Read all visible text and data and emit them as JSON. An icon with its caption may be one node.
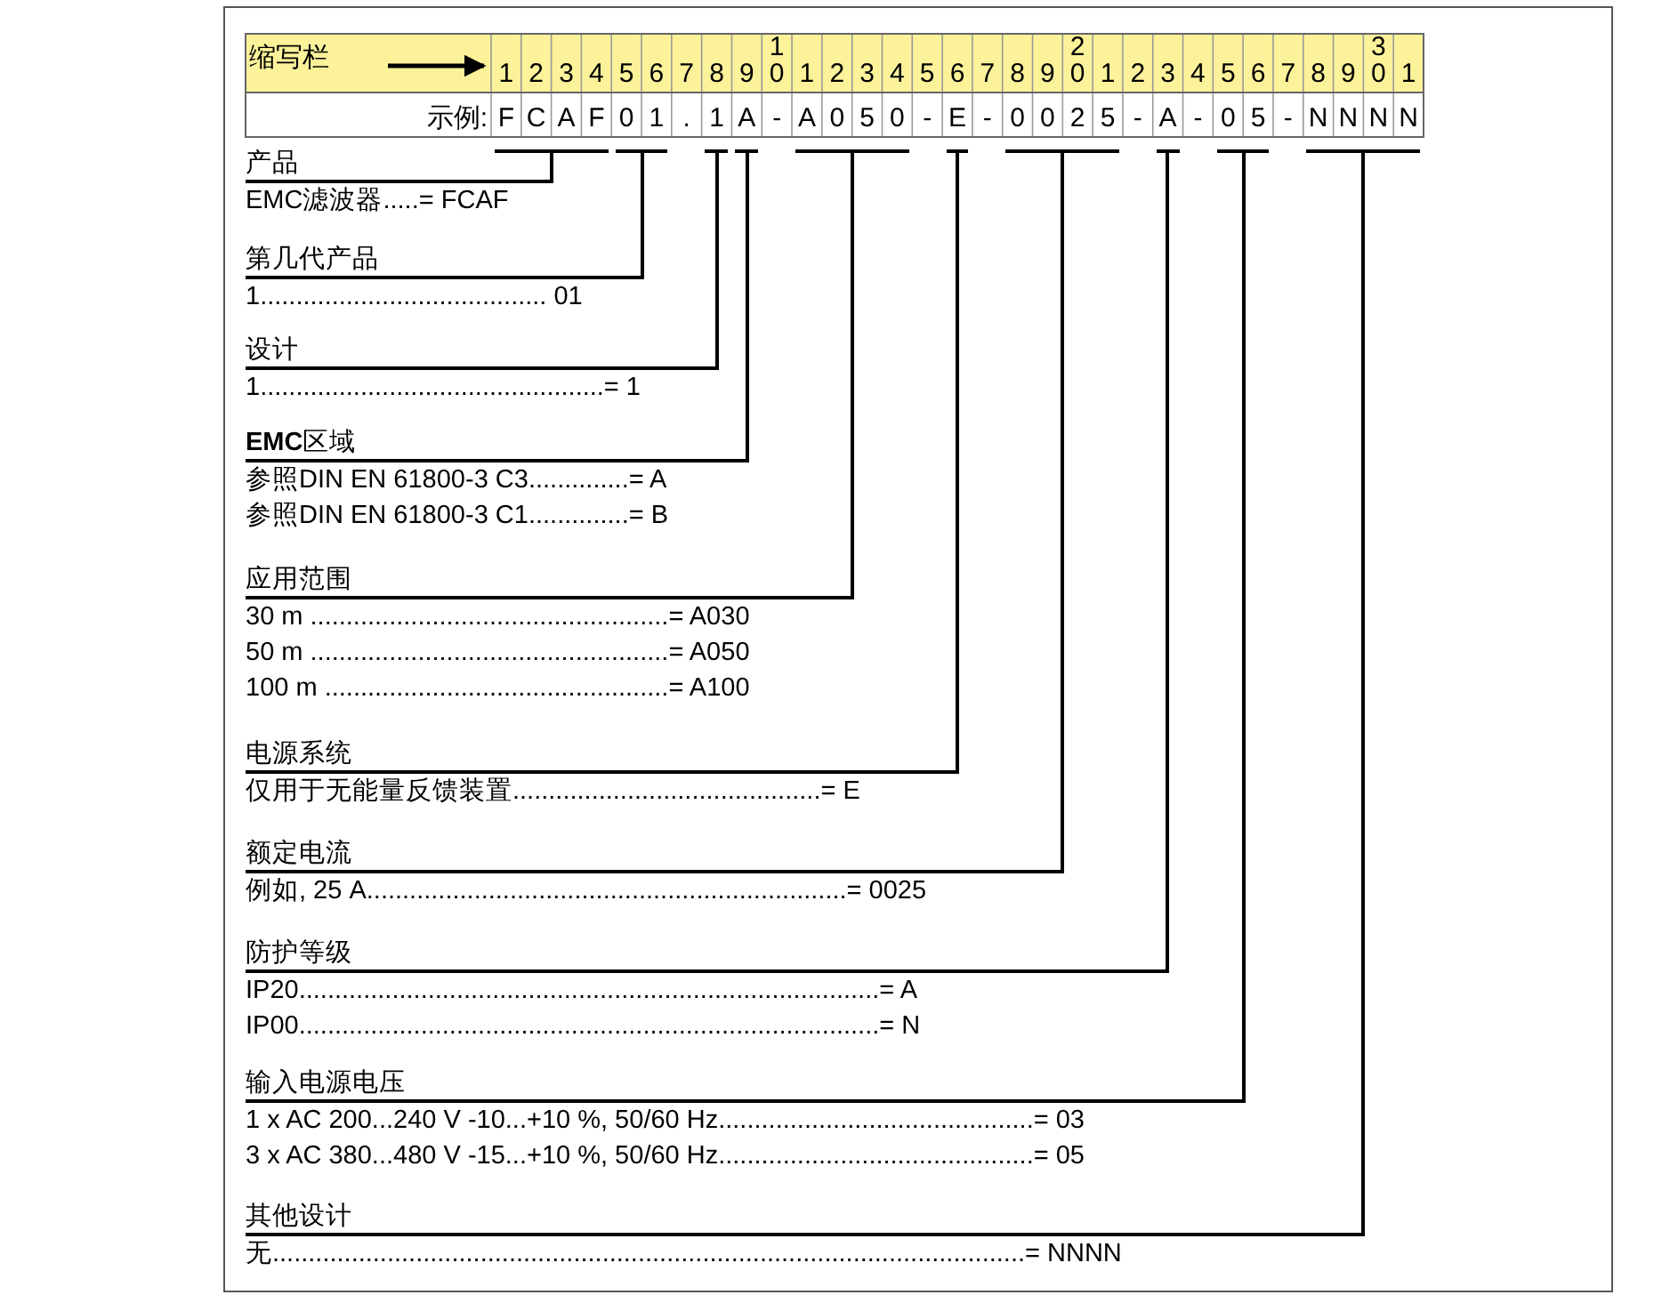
{
  "diagram": {
    "nodes": [
      {
        "text": [
          "产品",
          "EMC滤波器.....= FCAF"
        ]
      },
      {
        "text": [
          "第几代产品",
          "1........................................ 01"
        ]
      },
      {
        "text": [
          "设计",
          "1................................................= 1"
        ]
      },
      {
        "text": [
          "**EMC**区域",
          "参照DIN EN 61800-3 C3..............= A",
          "参照DIN EN 61800-3 C1..............= B"
        ]
      },
      {
        "text": [
          "应用范围",
          "30 m ..................................................= A030",
          "50 m ..................................................= A050",
          "100 m ................................................= A100"
        ]
      },
      {
        "text": [
          "电源系统",
          "仅用于无能量反馈装置...........................................= E"
        ]
      },
      {
        "text": [
          "额定电流",
          "例如, 25 A...................................................................= 0025"
        ]
      },
      {
        "text": [
          "防护等级",
          "IP20.................................................................................= A",
          "IP00.................................................................................= N"
        ]
      },
      {
        "text": [
          "输入电源电压",
          "1 x AC 200...240 V -10...+10 %, 50/60 Hz............................................= 03",
          "3 x AC 380...480 V -15...+10 %, 50/60 Hz............................................= 05"
        ]
      },
      {
        "text": [
          "其他设计",
          "无.........................................................................................................= NNNN"
        ]
      },
      {
        "text": [],
        "shape": "bar"
      },
      {
        "text": [],
        "shape": "bar"
      },
      {
        "text": [],
        "shape": "bar"
      },
      {
        "text": [],
        "shape": "bar"
      },
      {
        "text": [],
        "shape": "bar"
      },
      {
        "text": [],
        "shape": "bar"
      },
      {
        "text": [],
        "shape": "bar"
      },
      {
        "text": [],
        "shape": "bar"
      },
      {
        "text": [],
        "shape": "bar"
      },
      {
        "text": [],
        "shape": "bar"
      }
    ],
    "edges": [
      {
        "from": 0,
        "to": 10,
        "arrow": "none"
      },
      {
        "from": 1,
        "to": 11,
        "arrow": "none"
      },
      {
        "from": 2,
        "to": 12,
        "arrow": "none"
      },
      {
        "from": 3,
        "to": 13,
        "arrow": "none"
      },
      {
        "from": 4,
        "to": 14,
        "arrow": "none"
      },
      {
        "from": 5,
        "to": 15,
        "arrow": "none"
      },
      {
        "from": 6,
        "to": 16,
        "arrow": "none"
      },
      {
        "from": 7,
        "to": 17,
        "arrow": "none"
      },
      {
        "from": 8,
        "to": 18,
        "arrow": "none"
      },
      {
        "from": 9,
        "to": 19,
        "arrow": "none"
      }
    ],
    "labels": [
      "缩写栏",
      "1",
      "2",
      "3",
      "4",
      "5",
      "6",
      "7",
      "8",
      "9",
      "1 0",
      "1",
      "2",
      "3",
      "4",
      "5",
      "6",
      "7",
      "8",
      "9",
      "2 0",
      "1",
      "2",
      "3",
      "4",
      "5",
      "6",
      "7",
      "8",
      "9",
      "3 0",
      "1",
      "示例:",
      "F",
      "C",
      "A",
      "F",
      "0",
      "1",
      ".",
      "1",
      "A",
      "-",
      "A",
      "0",
      "5",
      "0",
      "-",
      "E",
      "-",
      "0",
      "0",
      "2",
      "5",
      "-",
      "A",
      "-",
      "0",
      "5",
      "-",
      "N",
      "N",
      "N",
      "N"
    ]
  }
}
